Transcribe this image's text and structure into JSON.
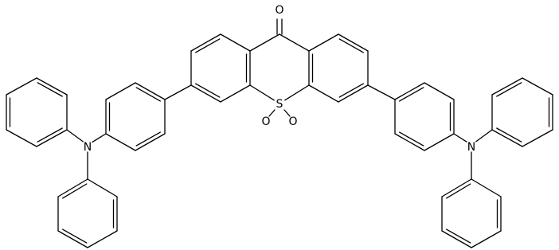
{
  "colors": {
    "bond": "#000000",
    "label": "#000000",
    "background": "#ffffff"
  },
  "atom_labels": {
    "carbonyl_oxygen": "O",
    "sulfur": "S",
    "sulfonyl_oxygen_left": "O",
    "sulfonyl_oxygen_right": "O",
    "nitrogen_left": "N",
    "nitrogen_right": "N"
  }
}
